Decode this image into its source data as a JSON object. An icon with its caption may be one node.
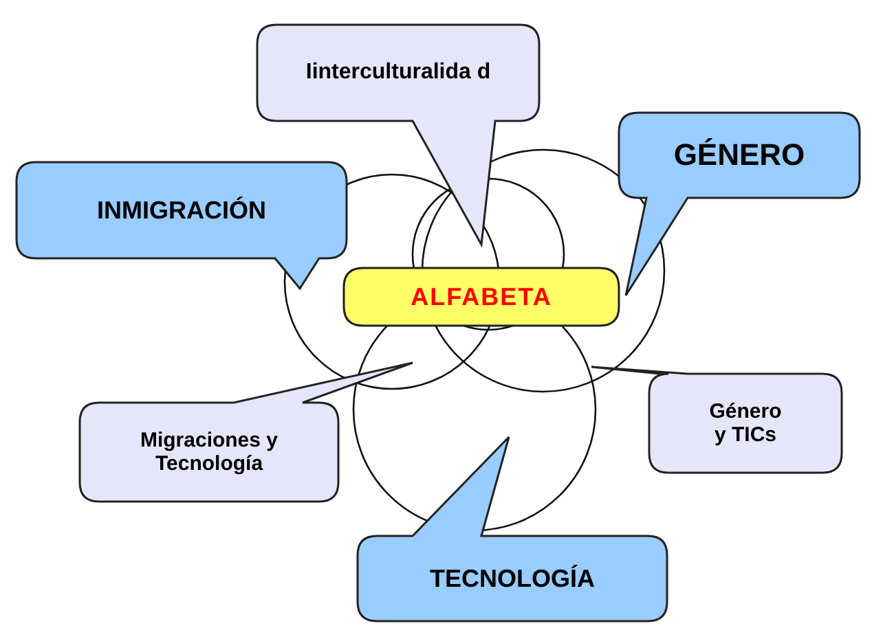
{
  "diagram": {
    "nodes": [
      {
        "text": [
          "Iinterculturalida d"
        ]
      },
      {
        "text": [
          "GÉNERO"
        ]
      },
      {
        "text": [
          "INMIGRACIÓN"
        ]
      },
      {
        "text": [
          "ALFABETA"
        ]
      },
      {
        "text": [
          "Migraciones y Tecnología"
        ]
      },
      {
        "text": [
          "Género y TICs"
        ]
      },
      {
        "text": [
          "TECNOLOGÍA"
        ]
      }
    ]
  }
}
